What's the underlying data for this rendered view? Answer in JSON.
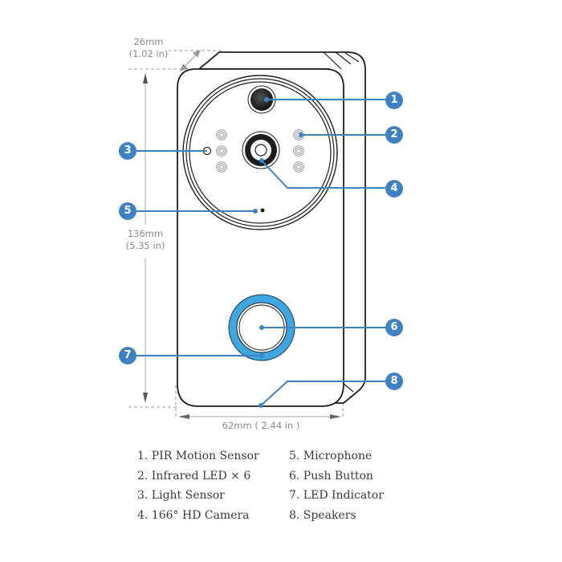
{
  "dimensions": {
    "depth": {
      "mm": "26mm",
      "in": "(1.02 in)"
    },
    "height": {
      "mm": "136mm",
      "in": "(5.35 in)"
    },
    "width": "62mm ( 2.44 in )"
  },
  "callouts": [
    {
      "number": "1",
      "label": "1. PIR Motion Sensor"
    },
    {
      "number": "2",
      "label": "2. Infrared LED × 6"
    },
    {
      "number": "3",
      "label": "3. Light Sensor"
    },
    {
      "number": "4",
      "label": "4. 166°  HD Camera"
    },
    {
      "number": "5",
      "label": "5. Microphone"
    },
    {
      "number": "6",
      "label": "6. Push Button"
    },
    {
      "number": "7",
      "label": "7. LED Indicator"
    },
    {
      "number": "8",
      "label": "8. Speakers"
    }
  ],
  "colors": {
    "accent": "#3f82c4",
    "ring": "#3ea7e2",
    "outline": "#1e1e1e",
    "dimension": "#8a8a8a"
  }
}
